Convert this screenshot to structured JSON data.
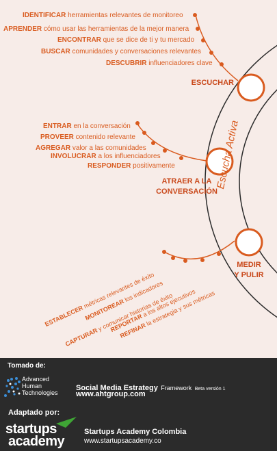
{
  "sections": [
    {
      "title": "ESCUCHAR",
      "items": [
        {
          "verb": "IDENTIFICAR",
          "rest": " herramientas relevantes de monitoreo"
        },
        {
          "verb": "APRENDER",
          "rest": " cómo usar las herramientas de la mejor manera"
        },
        {
          "verb": "ENCONTRAR",
          "rest": " que se dice de ti y tu mercado"
        },
        {
          "verb": "BUSCAR",
          "rest": " comunidades y conversaciones relevantes"
        },
        {
          "verb": "DESCUBRIR",
          "rest": " influenciadores clave"
        }
      ]
    },
    {
      "title_line1": "ATRAER A LA",
      "title_line2": "CONVERSACIÓN",
      "items": [
        {
          "verb": "ENTRAR",
          "rest": " en la conversación"
        },
        {
          "verb": "PROVEER",
          "rest": " contenido relevante"
        },
        {
          "verb": "AGREGAR",
          "rest": " valor a las comunidades"
        },
        {
          "verb": "INVOLUCRAR",
          "rest": " a los influenciadores"
        },
        {
          "verb": "RESPONDER",
          "rest": " positivamente"
        }
      ]
    },
    {
      "title_line1": "MEDIR",
      "title_line2": "Y PULIR",
      "items": [
        {
          "verb": "ESTABLECER",
          "rest": " métricas relevantes de éxito"
        },
        {
          "verb": "MONITOREAR",
          "rest": " los indicadores"
        },
        {
          "verb": "CAPTURAR",
          "rest": " y comunicar historias de éxito"
        },
        {
          "verb": "REPORTAR",
          "rest": " a los altos ejecutivos"
        },
        {
          "verb": "REFINAR",
          "rest": " la estrategia y sus métricas"
        }
      ]
    }
  ],
  "arc_label": "Escucha Activa",
  "footer": {
    "tomado_de": "Tomado de:",
    "aht_logo_text": [
      "Advanced",
      "Human",
      "Technologies"
    ],
    "framework_title": "Social Media Estrategy",
    "framework_sub": "Framework",
    "framework_version": "Beta versión 1",
    "aht_url": "www.ahtgroup.com",
    "adaptado_por": "Adaptado por:",
    "startups_logo_top": "startups",
    "startups_logo_bottom": "academy",
    "startups_name": "Startups Academy Colombia",
    "startups_url": "www.startupsacademy.co"
  },
  "colors": {
    "accent": "#d95b1f",
    "dark": "#c9481a",
    "background": "#f7ece8",
    "footer": "#2b2b2b",
    "green": "#3fa535"
  }
}
